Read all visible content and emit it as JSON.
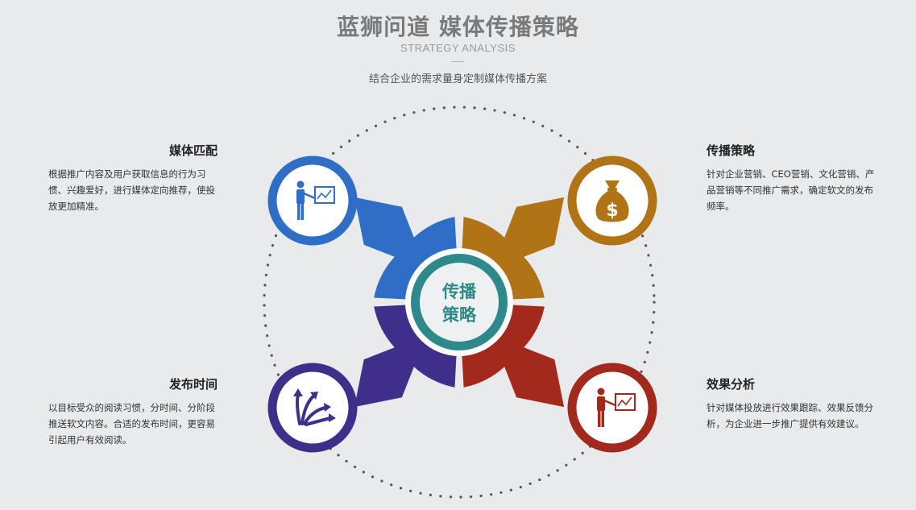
{
  "header": {
    "title": "蓝狮问道 媒体传播策略",
    "subtitle_en": "STRATEGY ANALYSIS",
    "tagline": "结合企业的需求量身定制媒体传播方案"
  },
  "center": {
    "line1": "传播",
    "line2": "策略"
  },
  "quadrants": {
    "top_left": {
      "title": "媒体匹配",
      "desc": "根据推广内容及用户获取信息的行为习惯、兴趣爱好，进行媒体定向推荐，使投放更加精准。",
      "color": "#2f6dc7",
      "icon": "presenter-chart-icon"
    },
    "top_right": {
      "title": "传播策略",
      "desc": "针对企业营销、CEO营销、文化营销、产品营销等不同推广需求，确定软文的发布频率。",
      "color": "#b07416",
      "icon": "money-bag-icon"
    },
    "bottom_left": {
      "title": "发布时间",
      "desc": "以目标受众的阅读习惯，分时间、分阶段推送软文内容。合适的发布时间，更容易引起用户有效阅读。",
      "color": "#3f2f8a",
      "icon": "spreading-arrows-icon"
    },
    "bottom_right": {
      "title": "效果分析",
      "desc": "针对媒体投放进行效果跟踪、效果反馈分析，为企业进一步推广提供有效建议。",
      "color": "#a2291b",
      "icon": "presenter-chart-icon"
    }
  },
  "accent_colors": {
    "center_ring": "#2e8a8a",
    "dotted_circle": "#555555"
  }
}
